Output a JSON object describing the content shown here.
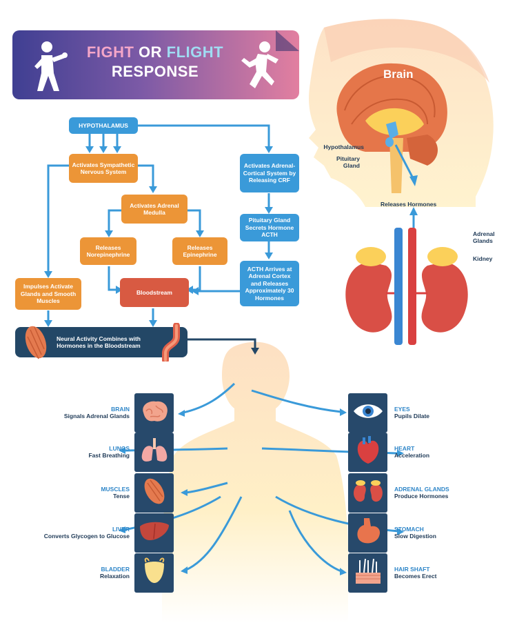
{
  "title": {
    "part1": "FIGHT",
    "part2": "OR",
    "part3": "FLIGHT",
    "part4": "RESPONSE"
  },
  "flow": {
    "hypothalamus": "HYPOTHALAMUS",
    "sympathetic": "Activates Sympathetic Nervous System",
    "adrenal_cortical": "Activates Adrenal-Cortical System by Releasing CRF",
    "adrenal_medulla": "Activates Adrenal Medulla",
    "norepinephrine": "Releases Norepinephrine",
    "epinephrine": "Releases Epinephrine",
    "pituitary_acth": "Pituitary Gland Secrets Hormone ACTH",
    "impulses": "Impulses Activate Glands and Smooth Muscles",
    "bloodstream": "Bloodstream",
    "acth_arrives": "ACTH Arrives at Adrenal Cortex and Releases Approximately 30 Hormones",
    "neural": "Neural Activity Combines with Hormones in the Bloodstream"
  },
  "anatomy": {
    "brain": "Brain",
    "hypothalamus": "Hypothalamus",
    "pituitary": "Pituitary Gland",
    "releases": "Releases Hormones",
    "adrenal_glands": "Adrenal Glands",
    "kidney": "Kidney"
  },
  "effects_left": [
    {
      "organ": "BRAIN",
      "effect": "Signals Adrenal Glands",
      "icon": "brain-icon"
    },
    {
      "organ": "LUNGS",
      "effect": "Fast Breathing",
      "icon": "lungs-icon"
    },
    {
      "organ": "MUSCLES",
      "effect": "Tense",
      "icon": "muscle-icon"
    },
    {
      "organ": "LIVER",
      "effect": "Converts Glycogen to Glucose",
      "icon": "liver-icon"
    },
    {
      "organ": "BLADDER",
      "effect": "Relaxation",
      "icon": "bladder-icon"
    }
  ],
  "effects_right": [
    {
      "organ": "EYES",
      "effect": "Pupils Dilate",
      "icon": "eye-icon"
    },
    {
      "organ": "HEART",
      "effect": "Acceleration",
      "icon": "heart-icon"
    },
    {
      "organ": "ADRENAL GLANDS",
      "effect": "Produce Hormones",
      "icon": "adrenal-glands-icon"
    },
    {
      "organ": "STOMACH",
      "effect": "Slow Digestion",
      "icon": "stomach-icon"
    },
    {
      "organ": "HAIR SHAFT",
      "effect": "Becomes Erect",
      "icon": "hair-shaft-icon"
    }
  ],
  "colors": {
    "orange": "#ec9537",
    "blue": "#3a9ad9",
    "red": "#d85a42",
    "navy": "#234766",
    "arrow": "#3a9ad9"
  }
}
